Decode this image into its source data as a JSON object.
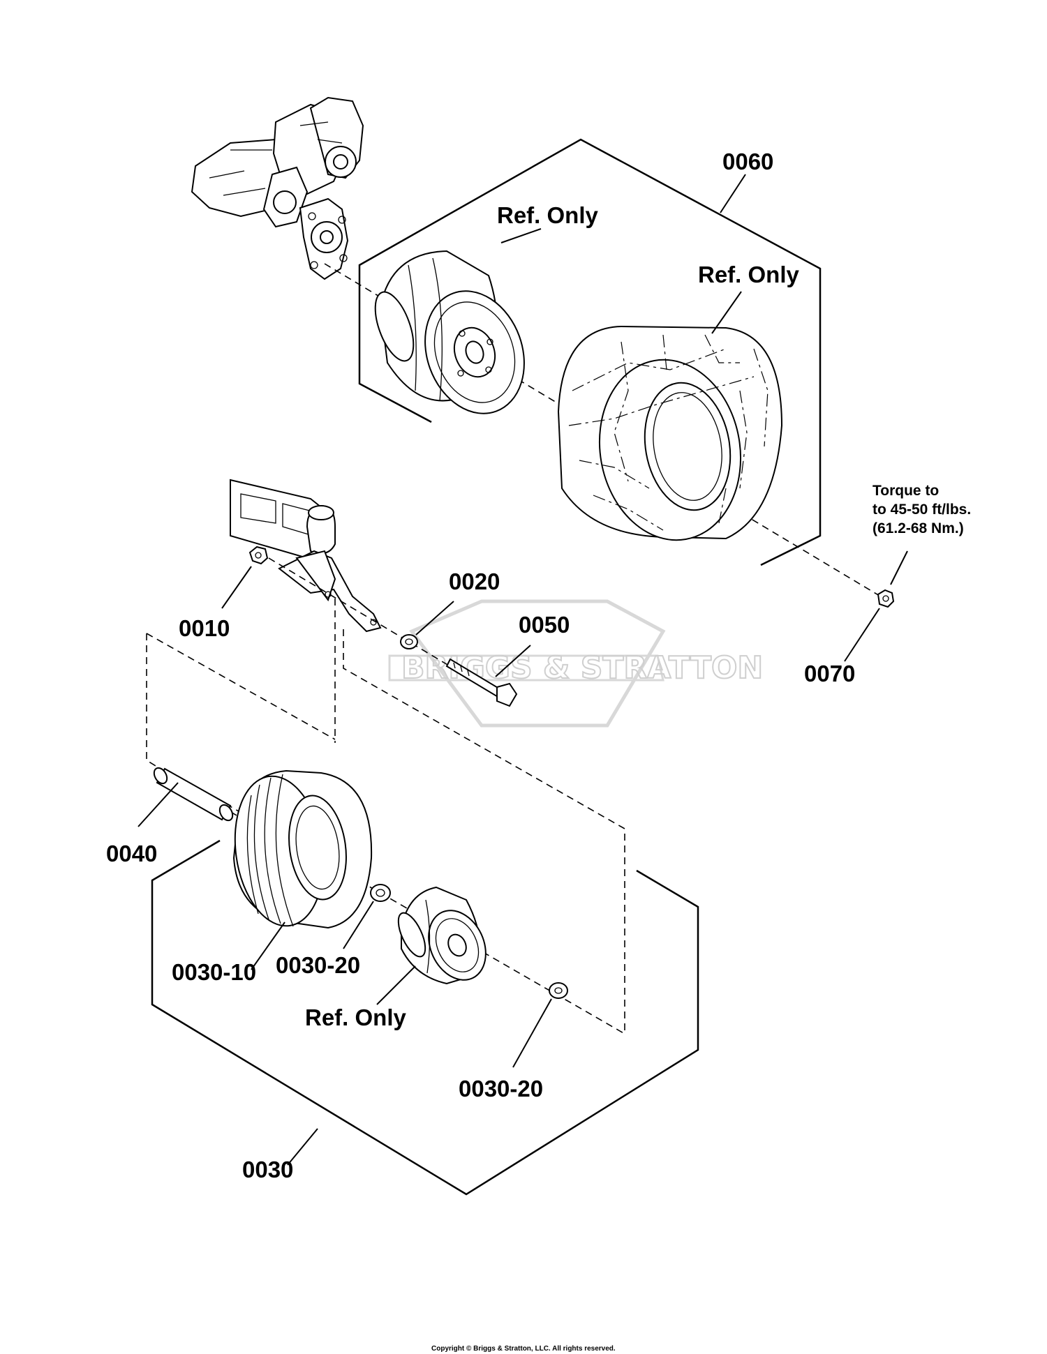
{
  "labels": {
    "p0060": "0060",
    "ref_rim_rear": "Ref. Only",
    "ref_tire_rear": "Ref. Only",
    "torque_line1": "Torque to",
    "torque_line2": "to 45-50 ft/lbs.",
    "torque_line3": "(61.2-68 Nm.)",
    "p0070": "0070",
    "p0010": "0010",
    "p0020": "0020",
    "p0050": "0050",
    "p0040": "0040",
    "p0030_10": "0030-10",
    "p0030_20_a": "0030-20",
    "ref_rim_front": "Ref. Only",
    "p0030_20_b": "0030-20",
    "p0030": "0030"
  },
  "watermark": "BRIGGS & STRATTON",
  "copyright": "Copyright © Briggs & Stratton, LLC. All rights reserved."
}
